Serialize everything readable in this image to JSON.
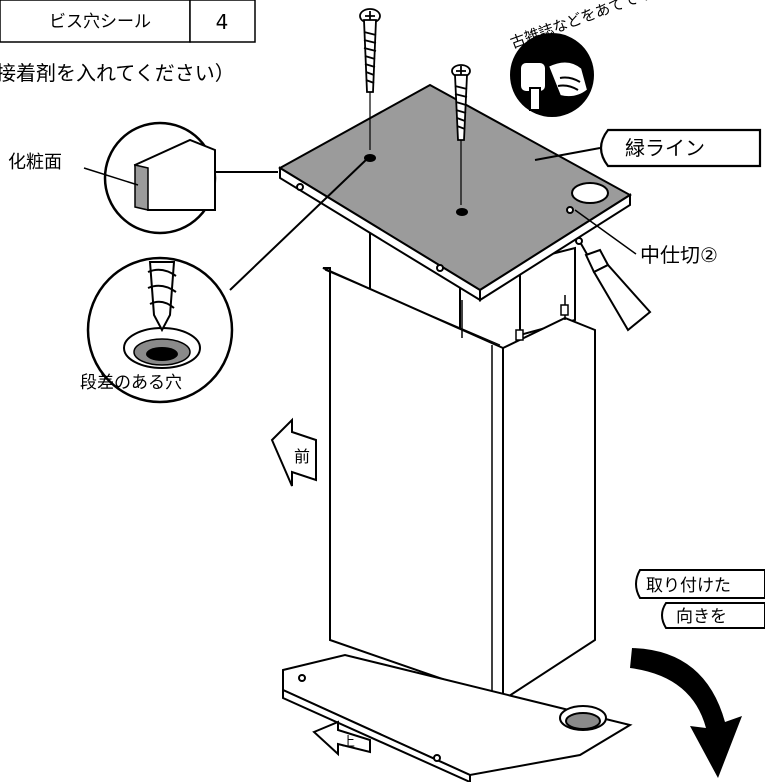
{
  "parts_table": {
    "name": "ビス穴シール",
    "qty": "4"
  },
  "instruction": "接着剤を入れてください）",
  "labels": {
    "decor_face": "化粧面",
    "stepped_hole": "段差のある穴",
    "green_line": "緑ライン",
    "part_name": "中仕切②",
    "front": "前",
    "up": "上",
    "magazine_tip": "古雑誌などをあててネ!",
    "attach_note_1": "取り付けた",
    "attach_note_2": "向きを"
  },
  "colors": {
    "ink": "#000000",
    "panel_gray": "#9b9b9b",
    "hole_gray": "#8a8a8a",
    "paper": "#ffffff"
  },
  "icons": [
    "screw-icon",
    "hammer-fist-icon",
    "glue-bottle-icon",
    "rotate-arrow-icon"
  ]
}
